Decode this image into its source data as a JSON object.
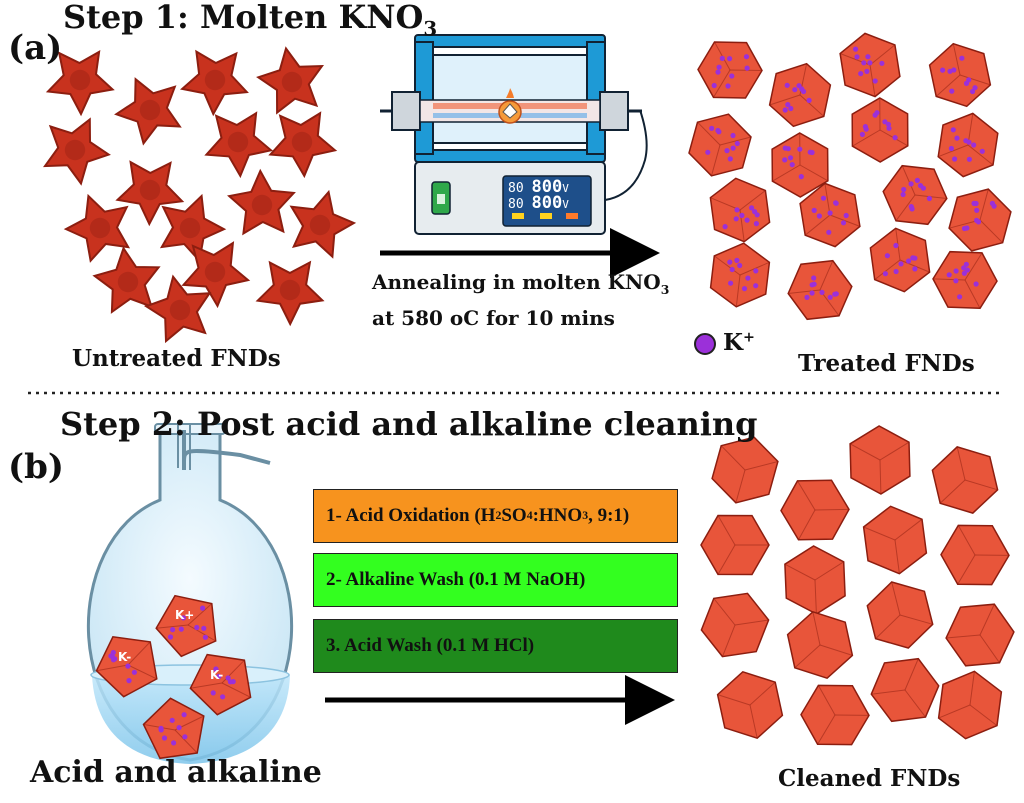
{
  "step1": {
    "panel_label": "(a)",
    "title_main": "Step 1: Molten KNO",
    "title_sub": "3",
    "untreated_label": "Untreated FNDs",
    "treated_label": "Treated FNDs",
    "condition_line1_main": "Annealing in molten KNO",
    "condition_line1_sub": "3",
    "condition_line2": "at 580 oC for 10 mins",
    "legend_ion": "K",
    "legend_ion_sup": "+",
    "furnace_display": {
      "row1_left": "80",
      "row1_value": "800",
      "row1_unit": "V",
      "row2_left": "80",
      "row2_value": "800",
      "row2_unit": "V"
    }
  },
  "step2": {
    "panel_label": "(b)",
    "title": "Step 2: Post acid and alkaline cleaning",
    "flask_label": "Acid and alkaline",
    "cleaned_label": "Cleaned FNDs",
    "flask_crystal_text": [
      "K+",
      "K-",
      "K-"
    ],
    "steps": [
      {
        "pre": "1- Acid Oxidation (H",
        "sub1": "2",
        "mid1": "SO",
        "sub2": "4",
        "post": ":HNO",
        "sub3": "3",
        "tail": ", 9:1)",
        "color": "#f7931e"
      },
      {
        "text": "2- Alkaline Wash (0.1 M NaOH)",
        "color": "#33ff1f"
      },
      {
        "text": "3. Acid Wash (0.1 M HCl)",
        "color": "#1f8a1c"
      }
    ]
  },
  "colors": {
    "crystal": "#c8321e",
    "crystal_dark": "#8c1e10",
    "crystal_light": "#e8553a",
    "k_ion": "#9b30d9",
    "furnace_frame": "#1e9ad6",
    "display_bg": "#1e4f8a"
  }
}
